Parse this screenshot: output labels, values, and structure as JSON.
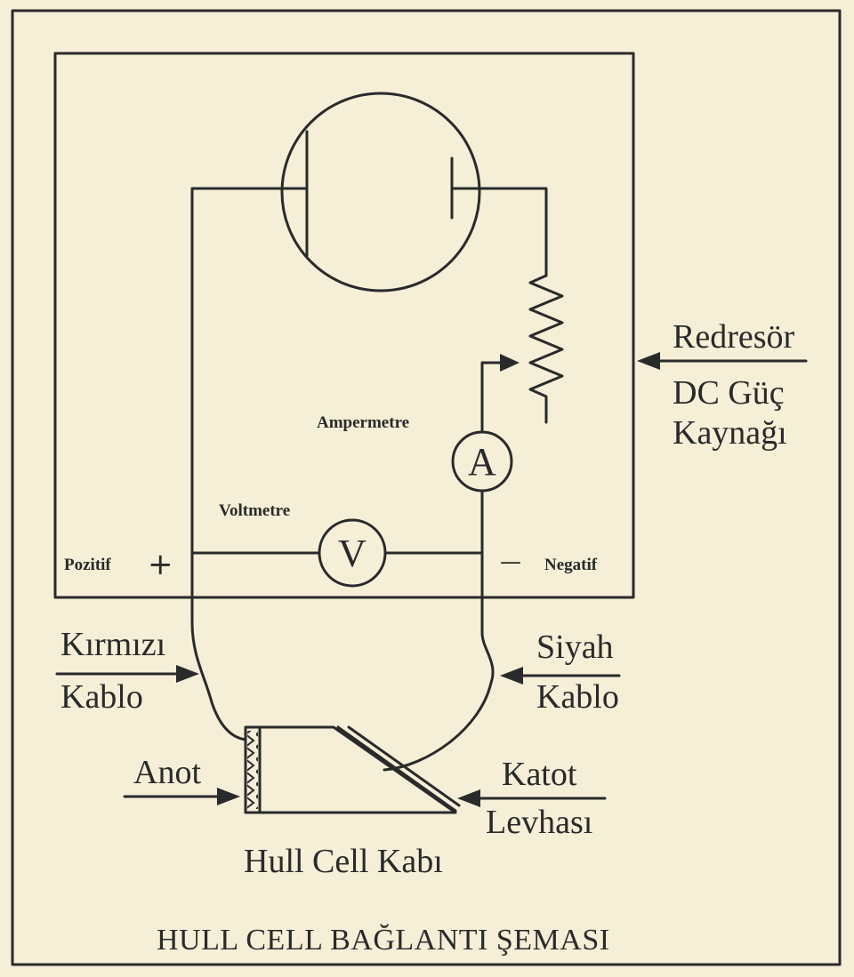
{
  "diagram": {
    "title": "HULL CELL BAĞLANTI ŞEMASI",
    "rectifier_label_line1": "Redresör",
    "rectifier_label_line2": "DC Güç",
    "rectifier_label_line3": "Kaynağı",
    "ammeter_label": "Ampermetre",
    "ammeter_symbol": "A",
    "voltmeter_label": "Voltmetre",
    "voltmeter_symbol": "V",
    "positive_label": "Pozitif",
    "positive_sign": "+",
    "negative_label": "Negatif",
    "negative_sign": "—",
    "red_cable_line1": "Kırmızı",
    "red_cable_line2": "Kablo",
    "black_cable_line1": "Siyah",
    "black_cable_line2": "Kablo",
    "anode_label": "Anot",
    "cathode_label_line1": "Katot",
    "cathode_label_line2": "Levhası",
    "cell_label": "Hull Cell Kabı",
    "colors": {
      "ink": "#2a2a2a",
      "paper": "#f4efd6"
    }
  }
}
